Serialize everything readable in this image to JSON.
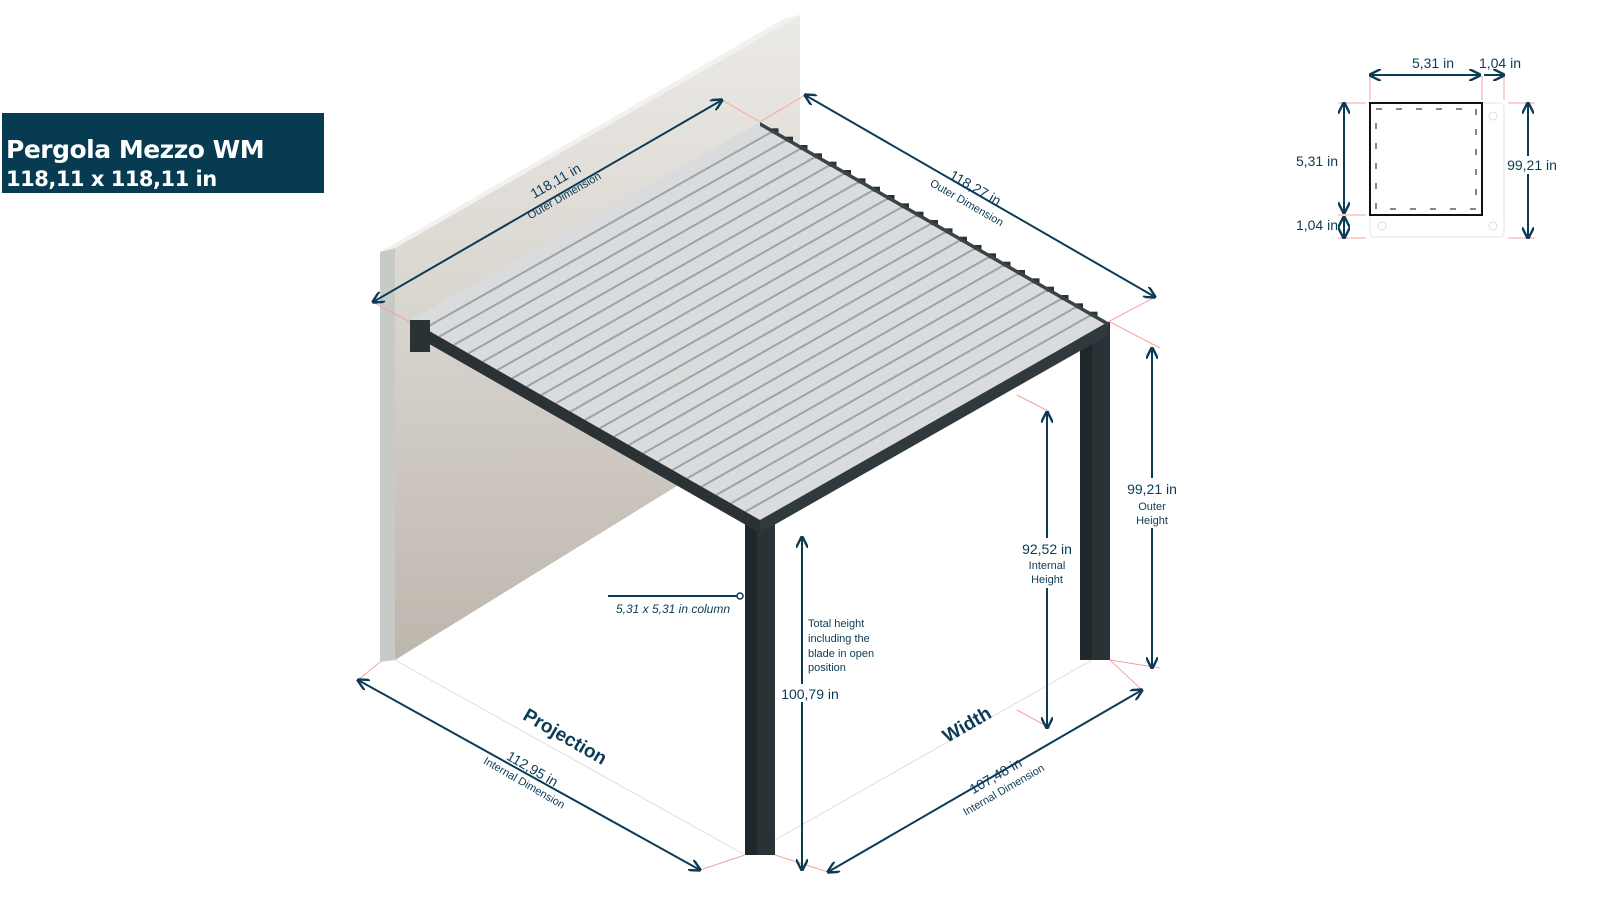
{
  "title": {
    "product": "Pergola Mezzo  WM",
    "size": "118,11 x 118,11 in"
  },
  "dimensions": {
    "outer_left": {
      "value": "118,11 in",
      "label": "Outer Dimension"
    },
    "outer_right": {
      "value": "118,27 in",
      "label": "Outer Dimension"
    },
    "outer_height": {
      "value": "99,21 in",
      "label1": "Outer",
      "label2": "Height"
    },
    "internal_height": {
      "value": "92,52 in",
      "label1": "Internal",
      "label2": "Height"
    },
    "total_height": {
      "value": "100,79 in",
      "note": [
        "Total height",
        "including the",
        "blade in open",
        "position"
      ]
    },
    "column": {
      "label": "5,31 x 5,31 in column"
    },
    "projection": {
      "title": "Projection",
      "value": "112,95 in",
      "label": "Internal Dimension"
    },
    "width": {
      "title": "Width",
      "value": "107,48 in",
      "label": "Internal Dimension"
    }
  },
  "column_detail": {
    "top_width": "5,31 in",
    "top_offset": "1,04 in",
    "left_height": "5,31 in",
    "left_offset": "1,04 in",
    "right_height": "99,21 in"
  },
  "colors": {
    "brand": "#073b52",
    "dimension": "#0c3b55",
    "frame": "#2a3236",
    "slat": "#d9dbdc"
  }
}
